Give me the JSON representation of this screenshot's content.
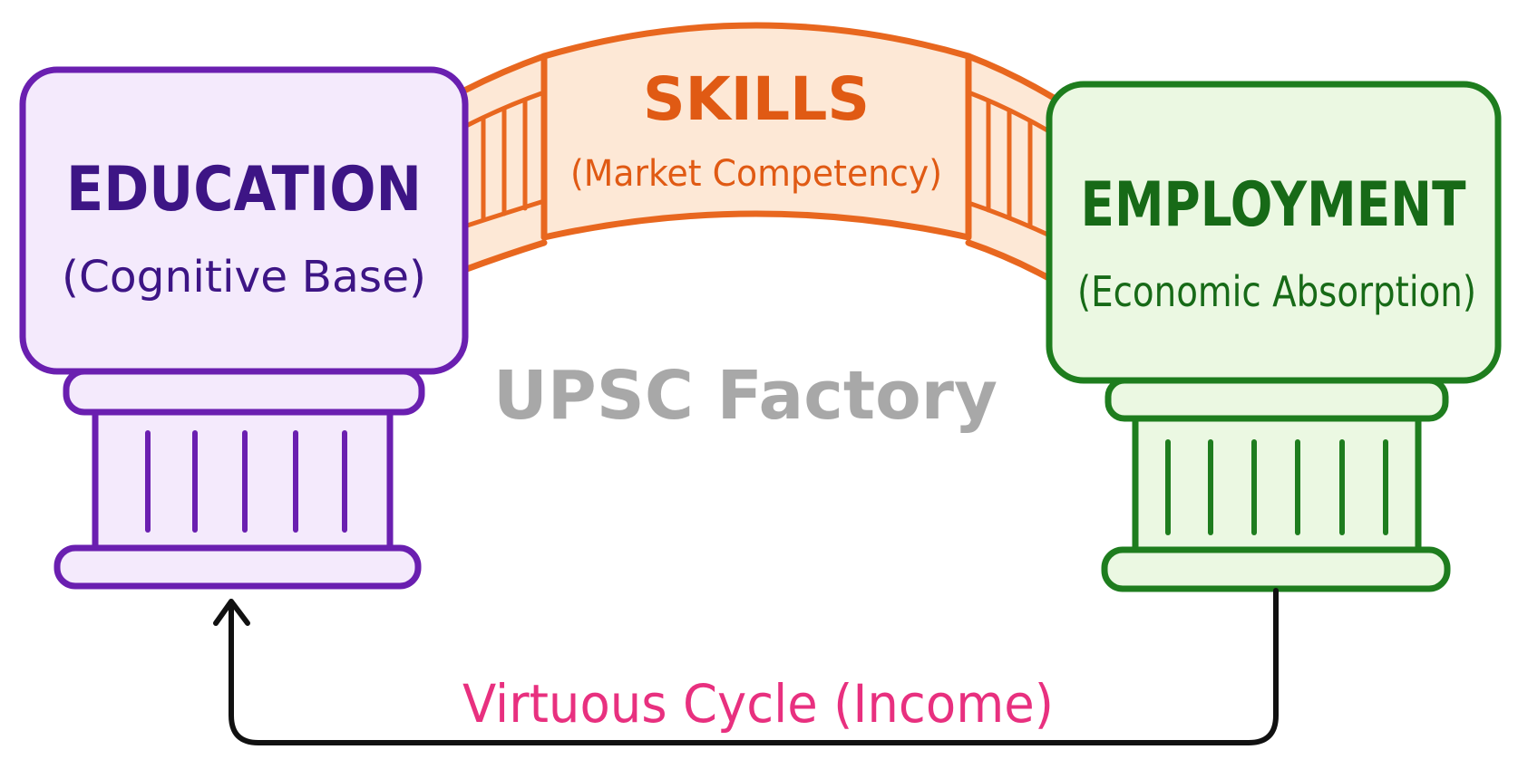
{
  "pillars": {
    "left": {
      "title": "EDUCATION",
      "subtitle": "(Cognitive Base)",
      "stroke": "#6a1fb0",
      "fill": "#f4eafc",
      "text_color": "#3d1585"
    },
    "right": {
      "title": "EMPLOYMENT",
      "subtitle": "(Economic Absorption)",
      "stroke": "#1e7d1e",
      "fill": "#ebf8e2",
      "text_color": "#176a17"
    }
  },
  "bridge": {
    "title": "SKILLS",
    "subtitle": "(Market Competency)",
    "stroke": "#e8671f",
    "fill": "#fde8d6",
    "text_color": "#e05a14"
  },
  "cycle": {
    "label": "Virtuous Cycle (Income)",
    "label_color": "#e8307f",
    "line_color": "#111111"
  },
  "watermark": {
    "text": "UPSC Factory",
    "color": "#a8a8a8"
  }
}
